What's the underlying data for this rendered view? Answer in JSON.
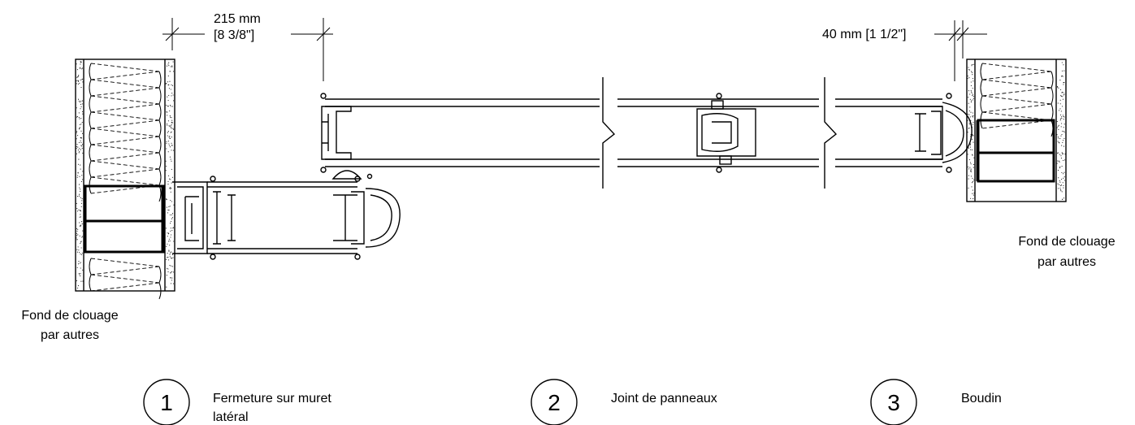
{
  "dimensions": {
    "left": {
      "line1": "215 mm",
      "line2": "[8 3/8\"]"
    },
    "right": {
      "line1": "40 mm [1 1/2\"]"
    }
  },
  "wall_labels": {
    "left": {
      "line1": "Fond de clouage",
      "line2": "par autres"
    },
    "right": {
      "line1": "Fond de clouage",
      "line2": "par autres"
    }
  },
  "legend": [
    {
      "number": "1",
      "line1": "Fermeture sur muret",
      "line2": "latéral"
    },
    {
      "number": "2",
      "line1": "Joint de panneaux",
      "line2": ""
    },
    {
      "number": "3",
      "line1": "Boudin",
      "line2": ""
    }
  ]
}
